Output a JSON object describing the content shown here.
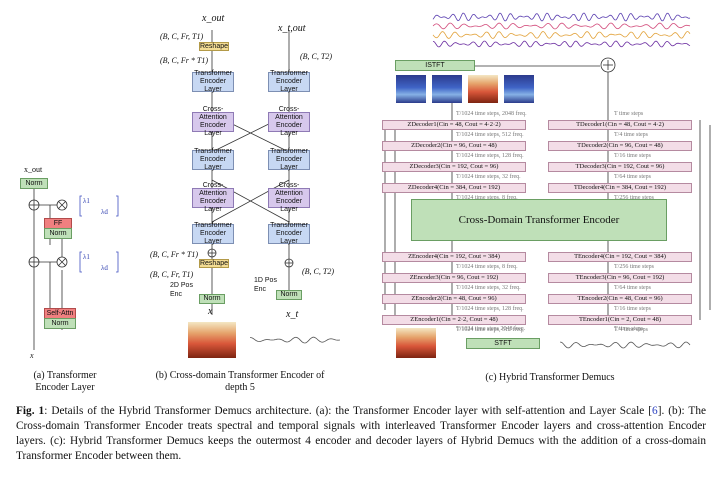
{
  "panel_a": {
    "out_label": "x_out",
    "norm_top": "Norm",
    "ff": "FF",
    "norm_mid": "Norm",
    "self_attn": "Self-Attn",
    "norm_bot": "Norm",
    "x_label": "x",
    "lambda_1": "λ1",
    "lambda_d": "λd",
    "caption_line1": "(a) Transformer",
    "caption_line2": "Encoder Layer"
  },
  "panel_b": {
    "x_out": "x_out",
    "xt_out": "x_t,out",
    "shape_top_left_1": "(B, C, Fr, T1)",
    "shape_top_left_2": "(B, C, Fr * T1)",
    "shape_top_right": "(B, C, T2)",
    "reshape_top": "Reshape",
    "reshape_bottom": "Reshape",
    "tel": "Transformer Encoder Layer",
    "cael": "Cross-Attention Encoder Layer",
    "shape_bot_left_1": "(B, C, Fr * T1)",
    "shape_bot_left_2": "(B, C, Fr, T1)",
    "shape_bot_right": "(B, C, T2)",
    "pos2d": "2D Pos Enc",
    "pos1d": "1D Pos Enc",
    "norm": "Norm",
    "x_label": "x",
    "xt_label": "x_t",
    "caption_line1": "(b) Cross-domain Transformer Encoder of",
    "caption_line2": "depth 5"
  },
  "panel_c": {
    "istft": "ISTFT",
    "stft": "STFT",
    "plus": "+",
    "cross_domain": "Cross-Domain Transformer Encoder",
    "steps_top": "T/1024 time steps, 2048 freq.",
    "t_steps_top": "T time steps",
    "zdec": [
      {
        "label": "ZDecoder1(Cin = 48, Cout = 4·2·2)",
        "steps": "T/1024 time steps, 512 freq."
      },
      {
        "label": "ZDecoder2(Cin = 96, Cout = 48)",
        "steps": "T/1024 time steps, 128 freq."
      },
      {
        "label": "ZDecoder3(Cin = 192, Cout = 96)",
        "steps": "T/1024 time steps, 32 freq."
      },
      {
        "label": "ZDecoder4(Cin = 384, Cout = 192)",
        "steps": "T/1024 time steps, 8 freq."
      }
    ],
    "tdec": [
      {
        "label": "TDecoder1(Cin = 48, Cout = 4·2)",
        "steps": "T/4 time steps"
      },
      {
        "label": "TDecoder2(Cin = 96, Cout = 48)",
        "steps": "T/16 time steps"
      },
      {
        "label": "TDecoder3(Cin = 192, Cout = 96)",
        "steps": "T/64 time steps"
      },
      {
        "label": "TDecoder4(Cin = 384, Cout = 192)",
        "steps": "T/256 time steps"
      }
    ],
    "zenc": [
      {
        "label": "ZEncoder4(Cin = 192, Cout = 384)",
        "steps": "T/1024 time steps, 8 freq."
      },
      {
        "label": "ZEncoder3(Cin = 96, Cout = 192)",
        "steps": "T/1024 time steps, 32 freq."
      },
      {
        "label": "ZEncoder2(Cin = 48, Cout = 96)",
        "steps": "T/1024 time steps, 128 freq."
      },
      {
        "label": "ZEncoder1(Cin = 2·2, Cout = 48)",
        "steps": "T/1024 time steps, 512 freq."
      }
    ],
    "tenc": [
      {
        "label": "TEncoder4(Cin = 192, Cout = 384)",
        "steps": "T/256 time steps"
      },
      {
        "label": "TEncoder3(Cin = 96, Cout = 192)",
        "steps": "T/64 time steps"
      },
      {
        "label": "TEncoder2(Cin = 48, Cout = 96)",
        "steps": "T/16 time steps"
      },
      {
        "label": "TEncoder1(Cin = 2, Cout = 48)",
        "steps": "T/4 time steps"
      }
    ],
    "steps_bottom_left": "T/1024 time steps 2048 freq.",
    "steps_bottom_right": "T time steps",
    "caption": "(c) Hybrid Transformer Demucs"
  },
  "caption": {
    "fig": "Fig. 1",
    "text1": ": Details of the Hybrid Transformer Demucs architecture. (a): the Transformer Encoder layer with self-attention and Layer Scale [",
    "ref": "6",
    "text2": "]. (b): The Cross-domain Transformer Encoder treats spectral and temporal signals with interleaved Transformer Encoder layers and cross-attention Encoder layers. (c): Hybrid Transformer Demucs keeps the outermost 4 encoder and decoder layers of Hybrid Demucs with the addition of a cross-domain Transformer Encoder between them."
  }
}
